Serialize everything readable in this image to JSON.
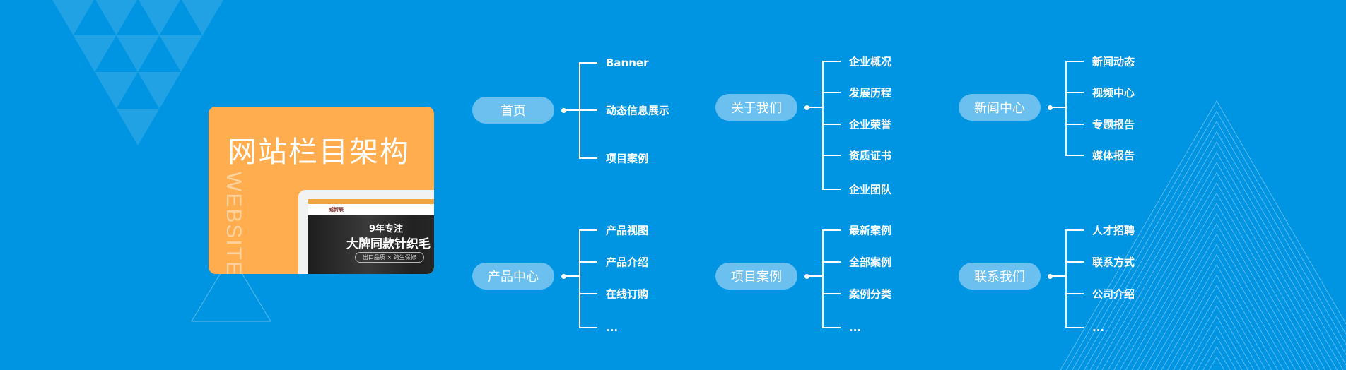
{
  "colors": {
    "background": "#0095e2",
    "card": "#ffad4f",
    "pill": "#6cc0ef",
    "text": "#ffffff"
  },
  "card": {
    "title": "网站栏目架构",
    "subtitle": "WEBSITE",
    "mockup": {
      "logo": "威新辰",
      "headline_small": "9年专注",
      "headline_large": "大牌同款针织毛",
      "tagline": "出口品质 × 跨生保修"
    }
  },
  "groups": [
    {
      "title": "首页",
      "items": [
        "Banner",
        "动态信息展示",
        "项目案例"
      ]
    },
    {
      "title": "关于我们",
      "items": [
        "企业概况",
        "发展历程",
        "企业荣誉",
        "资质证书",
        "企业团队"
      ]
    },
    {
      "title": "新闻中心",
      "items": [
        "新闻动态",
        "视频中心",
        "专题报告",
        "媒体报告"
      ]
    },
    {
      "title": "产品中心",
      "items": [
        "产品视图",
        "产品介绍",
        "在线订购",
        "..."
      ]
    },
    {
      "title": "项目案例",
      "items": [
        "最新案例",
        "全部案例",
        "案例分类",
        "..."
      ]
    },
    {
      "title": "联系我们",
      "items": [
        "人才招聘",
        "联系方式",
        "公司介绍",
        "..."
      ]
    }
  ]
}
